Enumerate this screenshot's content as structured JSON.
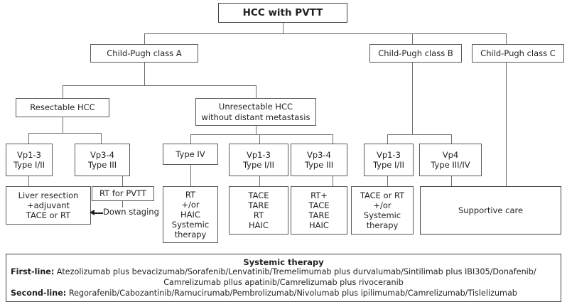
{
  "diagram": {
    "title": "HCC with PVTT treatment algorithm",
    "root": {
      "label": "HCC with PVTT"
    },
    "child_pugh": {
      "a": "Child-Pugh class A",
      "b": "Child-Pugh class B",
      "c": "Child-Pugh class C"
    },
    "resectability": {
      "resectable": "Resectable HCC",
      "unresectable_line1": "Unresectable HCC",
      "unresectable_line2": "without distant metastasis"
    },
    "stages": {
      "res_vp13_l1": "Vp1-3",
      "res_vp13_l2": "Type I/II",
      "res_vp34_l1": "Vp3-4",
      "res_vp34_l2": "Type III",
      "unres_type4": "Type IV",
      "unres_vp13_l1": "Vp1-3",
      "unres_vp13_l2": "Type I/II",
      "unres_vp34_l1": "Vp3-4",
      "unres_vp34_l2": "Type III",
      "cpb_vp13_l1": "Vp1-3",
      "cpb_vp13_l2": "Type I/II",
      "cpb_vp4_l1": "Vp4",
      "cpb_vp4_l2": "Type III/IV"
    },
    "treatments": {
      "liver_resection_l1": "Liver resection",
      "liver_resection_l2": "+adjuvant",
      "liver_resection_l3": "TACE  or RT",
      "rt_for_pvtt": "RT for PVTT",
      "down_staging": "Down staging",
      "type4_l1": "RT",
      "type4_l2": "+/or",
      "type4_l3": "HAIC",
      "type4_l4": "Systemic",
      "type4_l5": "therapy",
      "unres_vp13_l1": "TACE",
      "unres_vp13_l2": "TARE",
      "unres_vp13_l3": "RT",
      "unres_vp13_l4": "HAIC",
      "unres_vp34_l1": "RT+",
      "unres_vp34_l2": "TACE",
      "unres_vp34_l3": "TARE",
      "unres_vp34_l4": "HAIC",
      "cpb_vp13_l1": "TACE  or RT",
      "cpb_vp13_l2": "+/or",
      "cpb_vp13_l3": "Systemic",
      "cpb_vp13_l4": "therapy",
      "supportive_care": "Supportive care"
    },
    "legend": {
      "title": "Systemic therapy",
      "first_line_label": "First-line:",
      "first_line_text": " Atezolizumab plus bevacizumab/Sorafenib/Lenvatinib/Tremelimumab plus durvalumab/Sintilimab plus IBI305/Donafenib/",
      "first_line_text2": "Camrelizumab pllus apatinib/Camrelizumab plus rivoceranib",
      "second_line_label": "Second-line:",
      "second_line_text": " Regorafenib/Cabozantinib/Ramucirumab/Pembrolizumab/Nivolumab plus ipilimumab/Camrelizumab/Tislelizumab"
    }
  },
  "colors": {
    "box_border": "#58595b",
    "thick_border": "#414042",
    "line": "#6d6e71",
    "text": "#231f20",
    "background": "#ffffff"
  }
}
